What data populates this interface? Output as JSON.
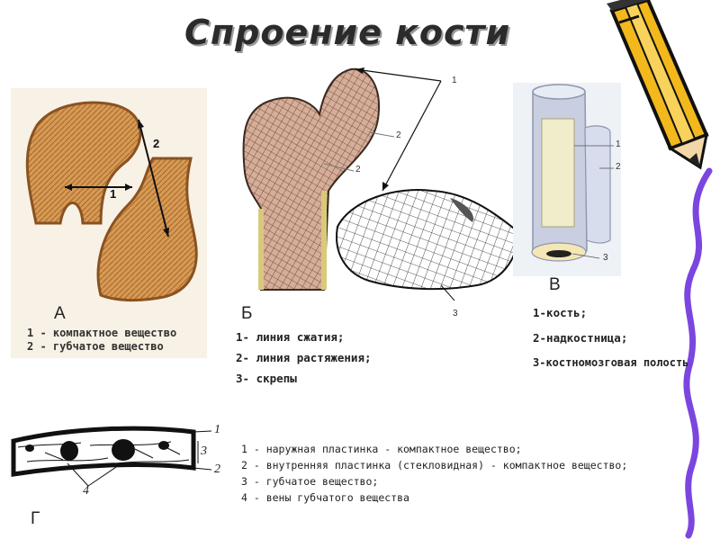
{
  "title": "Спроение кости",
  "figure_a": {
    "letter": "А",
    "label_1": "1",
    "label_2": "2",
    "legend": [
      "1 - компактное вещество",
      "2 - губчатое вещество"
    ]
  },
  "figure_b": {
    "letter": "Б",
    "callout_1": "1",
    "callout_2a": "2",
    "callout_2b": "2",
    "callout_3": "3",
    "legend": [
      "1- линия сжатия;",
      "2- линия растяжения;",
      "3- скрепы"
    ]
  },
  "figure_v": {
    "letter": "В",
    "callouts": [
      "1",
      "2",
      "3"
    ],
    "legend": [
      "1-кость;",
      "2-надкостница;",
      "3-костномозговая полость"
    ]
  },
  "figure_g": {
    "letter": "Г",
    "callouts": [
      "1",
      "2",
      "3",
      "4"
    ],
    "legend": [
      "1 - наружная пластинка - компактное вещество;",
      "2 - внутренняя пластинка (стекловидная) - компактное вещество;",
      "3 - губчатое вещество;",
      "4 - вены губчатого вещества"
    ]
  },
  "colors": {
    "bone": "#c8873f",
    "bone_light": "#e3b472",
    "pencil_body": "#f2b81c",
    "pencil_edge": "#111111",
    "squiggle": "#7b46e0"
  }
}
